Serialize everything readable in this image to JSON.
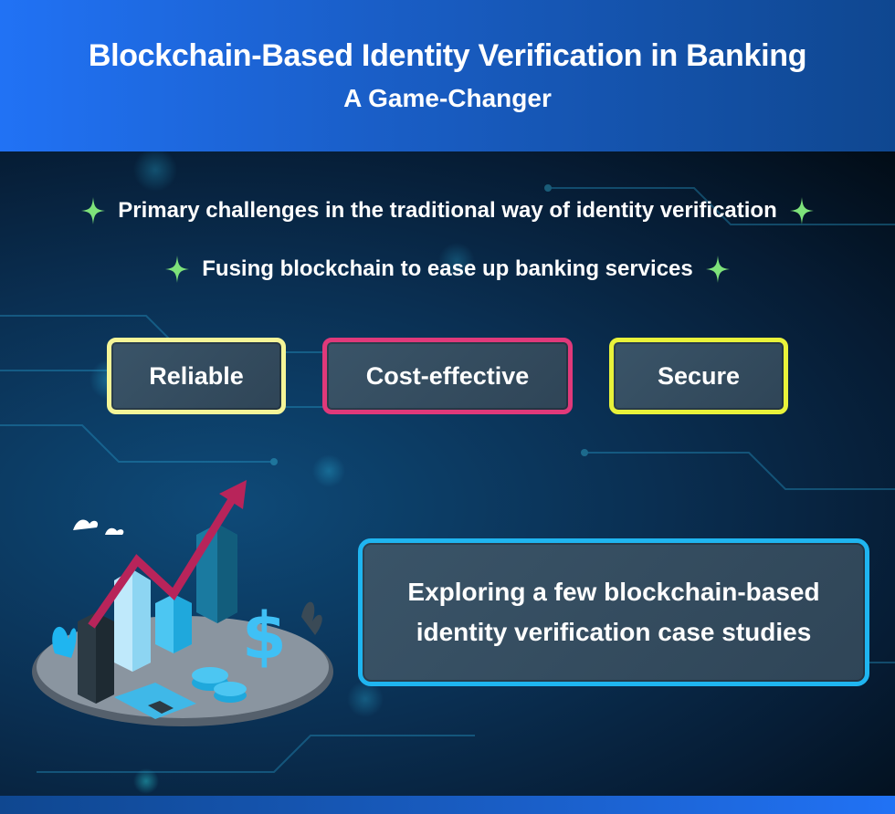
{
  "header": {
    "title": "Blockchain-Based Identity Verification in Banking",
    "subtitle": "A Game-Changer"
  },
  "bullets": [
    {
      "text": "Primary challenges in the traditional way of identity verification",
      "icon": "sparkle-icon",
      "color": "#7ee27a"
    },
    {
      "text": "Fusing blockchain to ease up banking services",
      "icon": "sparkle-icon",
      "color": "#7ee27a"
    }
  ],
  "tags": [
    {
      "label": "Reliable",
      "border_color": "#f5f598"
    },
    {
      "label": "Cost-effective",
      "border_color": "#e0397a"
    },
    {
      "label": "Secure",
      "border_color": "#e9f23a"
    }
  ],
  "case_studies": {
    "line1": "Exploring a few blockchain-based",
    "line2": "identity verification case studies",
    "border_color": "#1fb5f0"
  },
  "illustration": {
    "description": "isometric growth chart with rising arrow, dollar sign, coins and cash",
    "icon": "growth-chart-illustration"
  },
  "colors": {
    "header_gradient_start": "#2172f5",
    "header_gradient_end": "#0f4790",
    "background_dark": "#061c34"
  }
}
